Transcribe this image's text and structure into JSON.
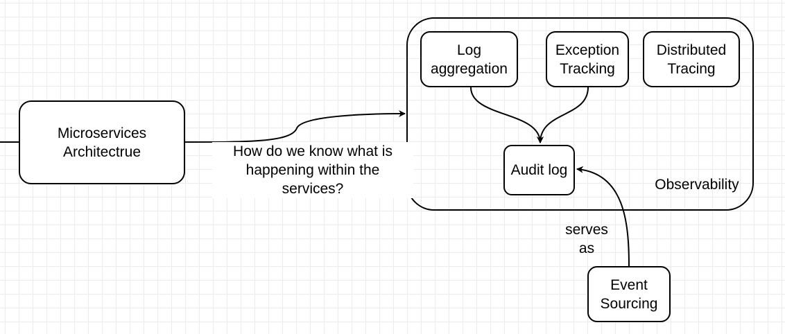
{
  "diagram": {
    "nodes": {
      "microservices": "Microservices\nArchitectrue",
      "observability": "Observability",
      "log_aggregation": "Log\naggregation",
      "exception_tracking": "Exception\nTracking",
      "distributed_tracing": "Distributed\nTracing",
      "audit_log": "Audit log",
      "event_sourcing": "Event\nSourcing"
    },
    "edge_labels": {
      "question": "How do we know what is\nhappening within the\nservices?",
      "serves_as": "serves\nas"
    },
    "colors": {
      "stroke": "#000000",
      "node_fill": "#ffffff",
      "grid": "#e6e6e6"
    }
  }
}
